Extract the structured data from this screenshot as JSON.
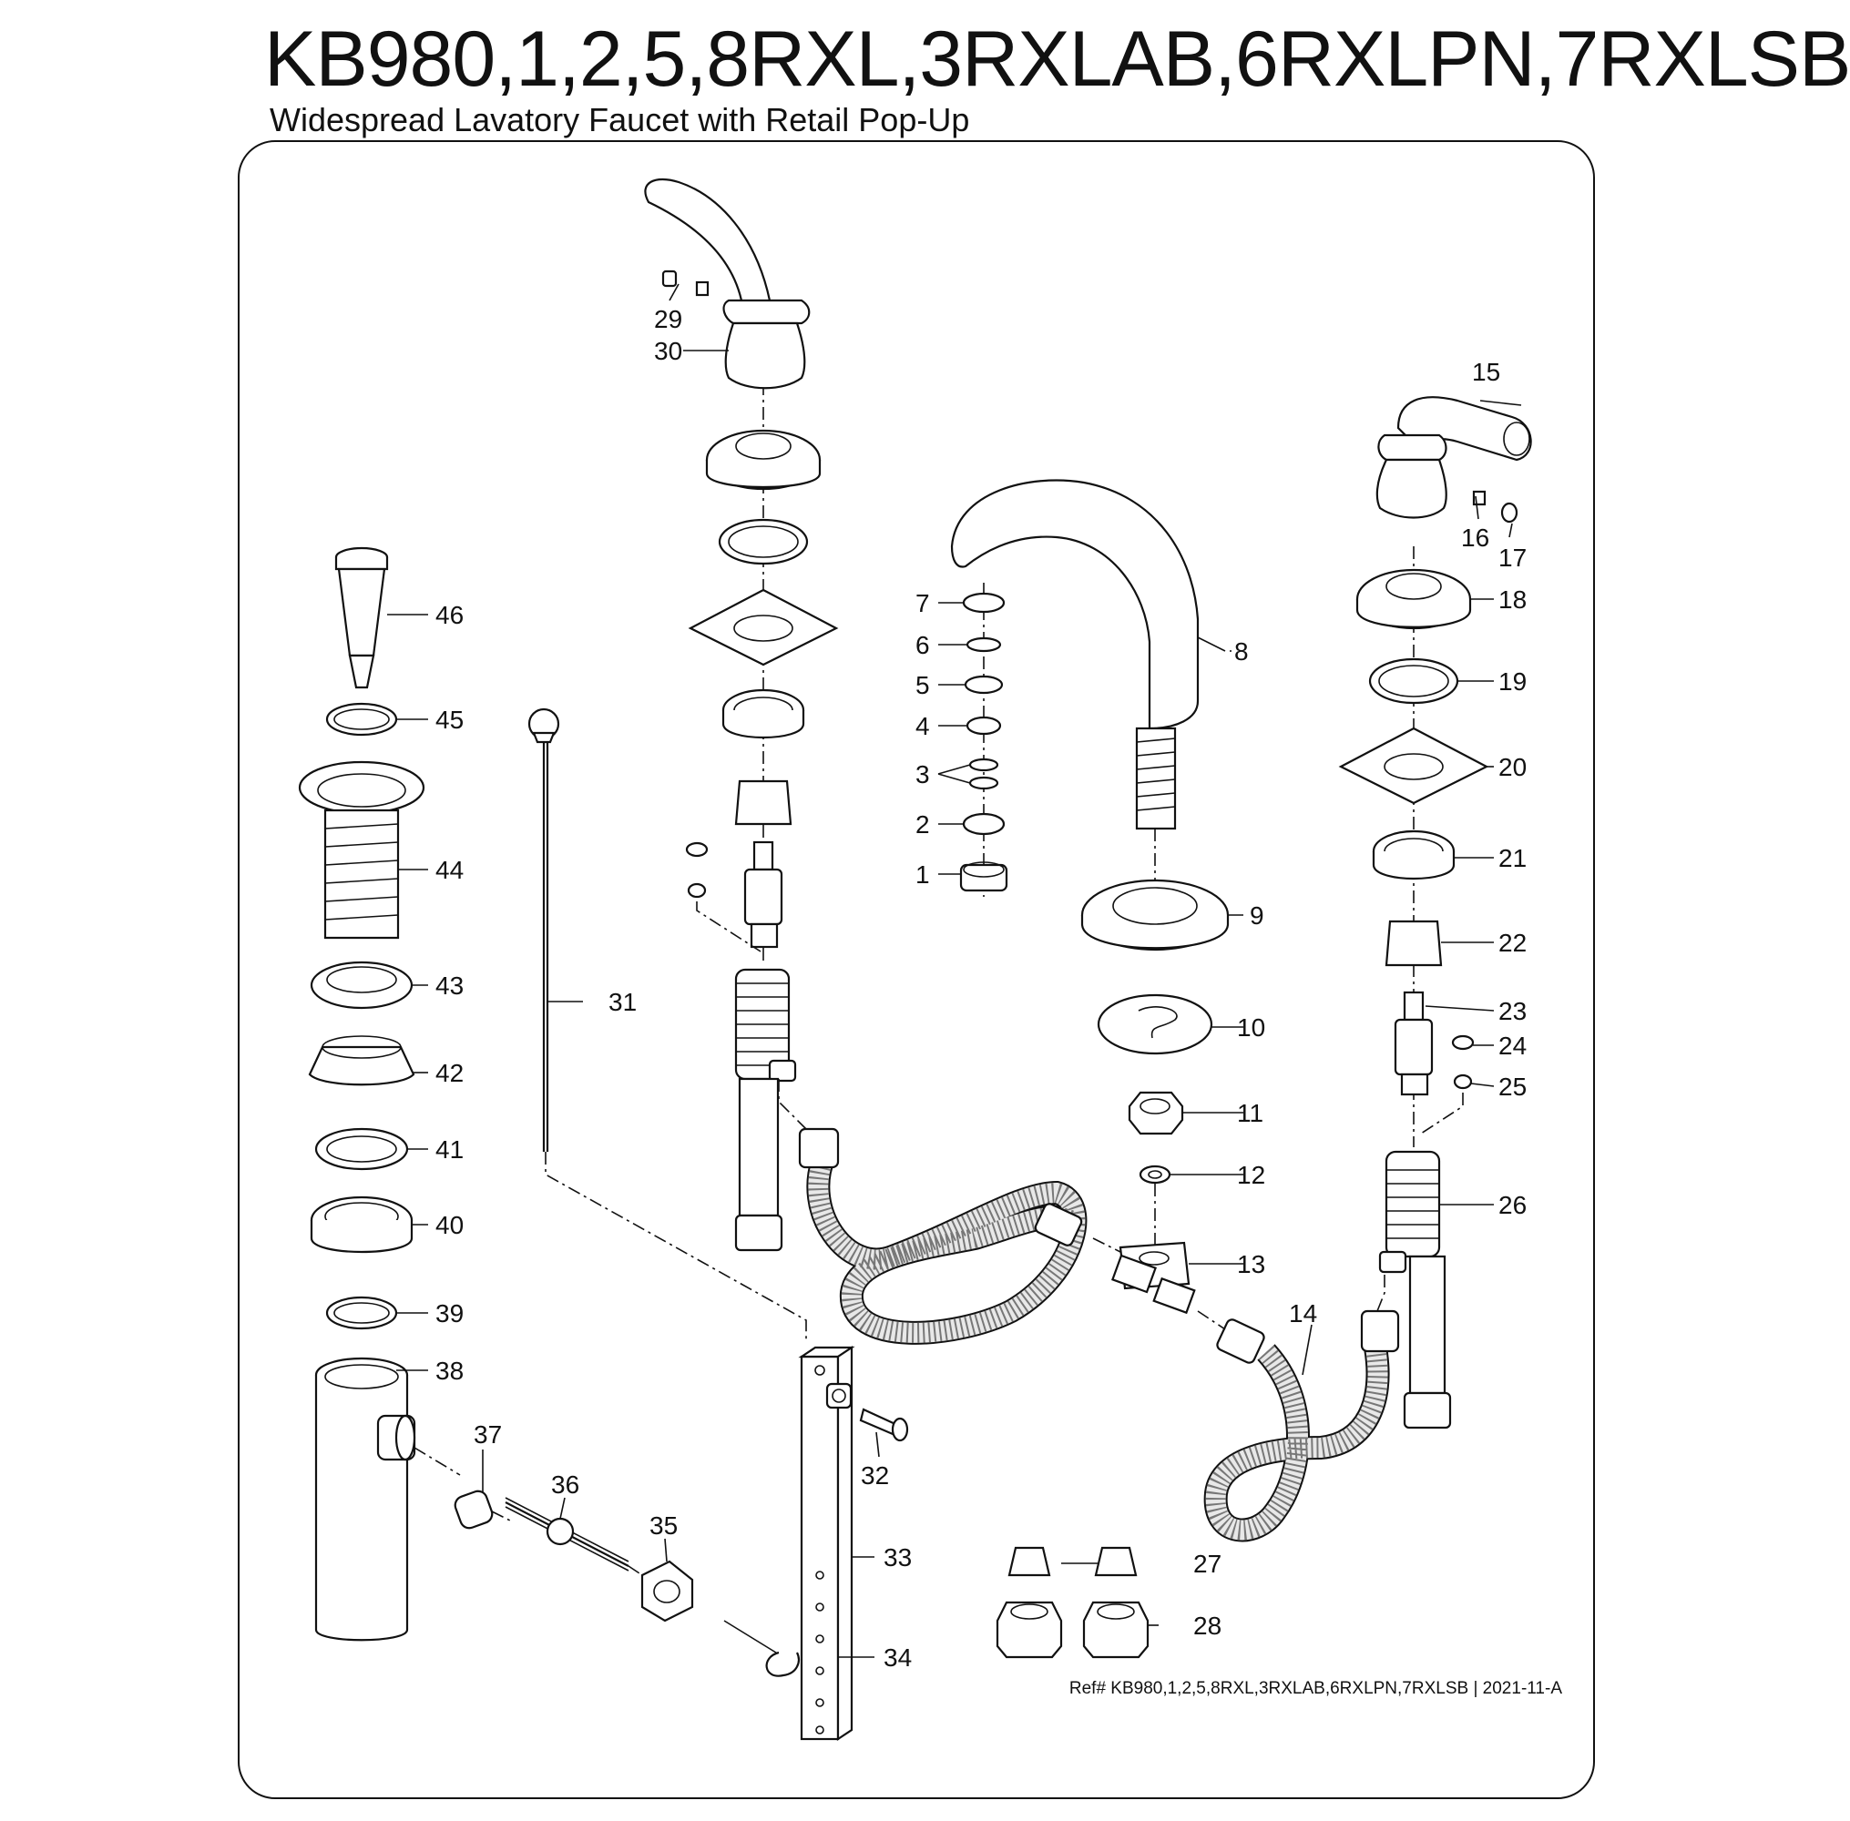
{
  "header": {
    "model": "KB980,1,2,5,8RXL,3RXLAB,6RXLPN,7RXLSB",
    "description": "Widespread Lavatory Faucet with Retail Pop-Up"
  },
  "footer": {
    "reference": "Ref# KB980,1,2,5,8RXL,3RXLAB,6RXLPN,7RXLSB | 2021-11-A"
  },
  "callouts": {
    "p1": "1",
    "p2": "2",
    "p3": "3",
    "p4": "4",
    "p5": "5",
    "p6": "6",
    "p7": "7",
    "p8": "8",
    "p9": "9",
    "p10": "10",
    "p11": "11",
    "p12": "12",
    "p13": "13",
    "p14": "14",
    "p15": "15",
    "p16": "16",
    "p17": "17",
    "p18": "18",
    "p19": "19",
    "p20": "20",
    "p21": "21",
    "p22": "22",
    "p23": "23",
    "p24": "24",
    "p25": "25",
    "p26": "26",
    "p27": "27",
    "p28": "28",
    "p29": "29",
    "p30": "30",
    "p31": "31",
    "p32": "32",
    "p33": "33",
    "p34": "34",
    "p35": "35",
    "p36": "36",
    "p37": "37",
    "p38": "38",
    "p39": "39",
    "p40": "40",
    "p41": "41",
    "p42": "42",
    "p43": "43",
    "p44": "44",
    "p45": "45",
    "p46": "46"
  }
}
